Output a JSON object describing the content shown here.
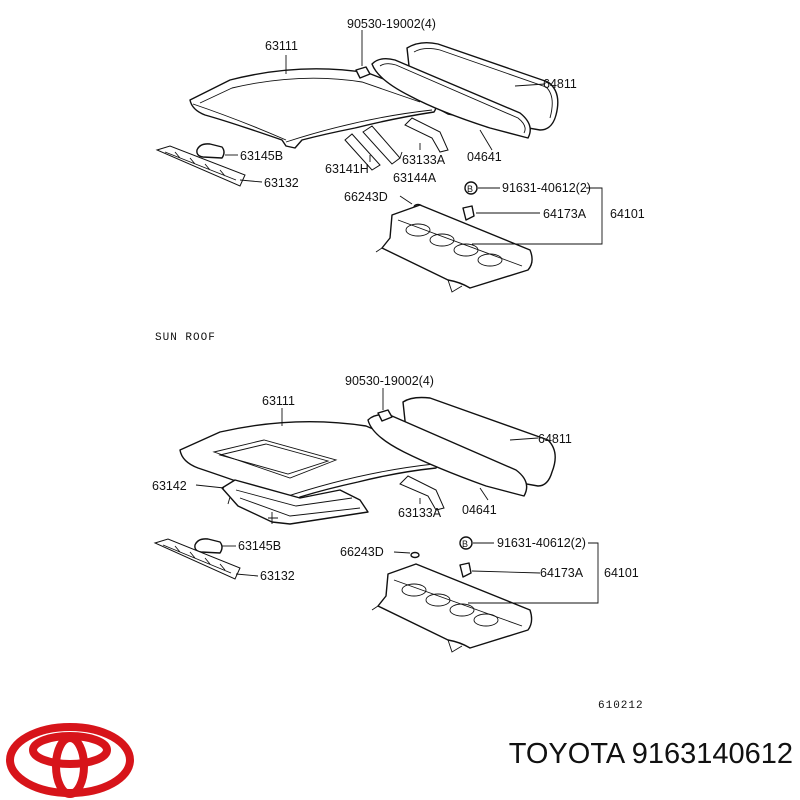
{
  "section_label": "SUN ROOF",
  "diagram_code": "610212",
  "brand_name": "TOYOTA",
  "part_number": "9163140612",
  "logo_color": "#d7141a",
  "upper": {
    "roof": "63111",
    "bolt": "90530-19002(4)",
    "rear_window": "64811",
    "weatherstrip": "04641",
    "reinf_small": "63145B",
    "front_header": "63132",
    "bow_h": "63141H",
    "bow_a": "63133A",
    "bow_144a": "63144A",
    "grommet": "66243D",
    "clip": "91631-40612(2)",
    "clip_icon": "B",
    "panel_173a": "64173A",
    "package_tray": "64101"
  },
  "lower": {
    "roof": "63111",
    "bolt": "90530-19002(4)",
    "rear_window": "64811",
    "sunroof_frame": "63142",
    "bow_a": "63133A",
    "weatherstrip": "04641",
    "reinf_small": "63145B",
    "front_header": "63132",
    "grommet": "66243D",
    "clip": "91631-40612(2)",
    "clip_icon": "B",
    "panel_173a": "64173A",
    "package_tray": "64101"
  }
}
